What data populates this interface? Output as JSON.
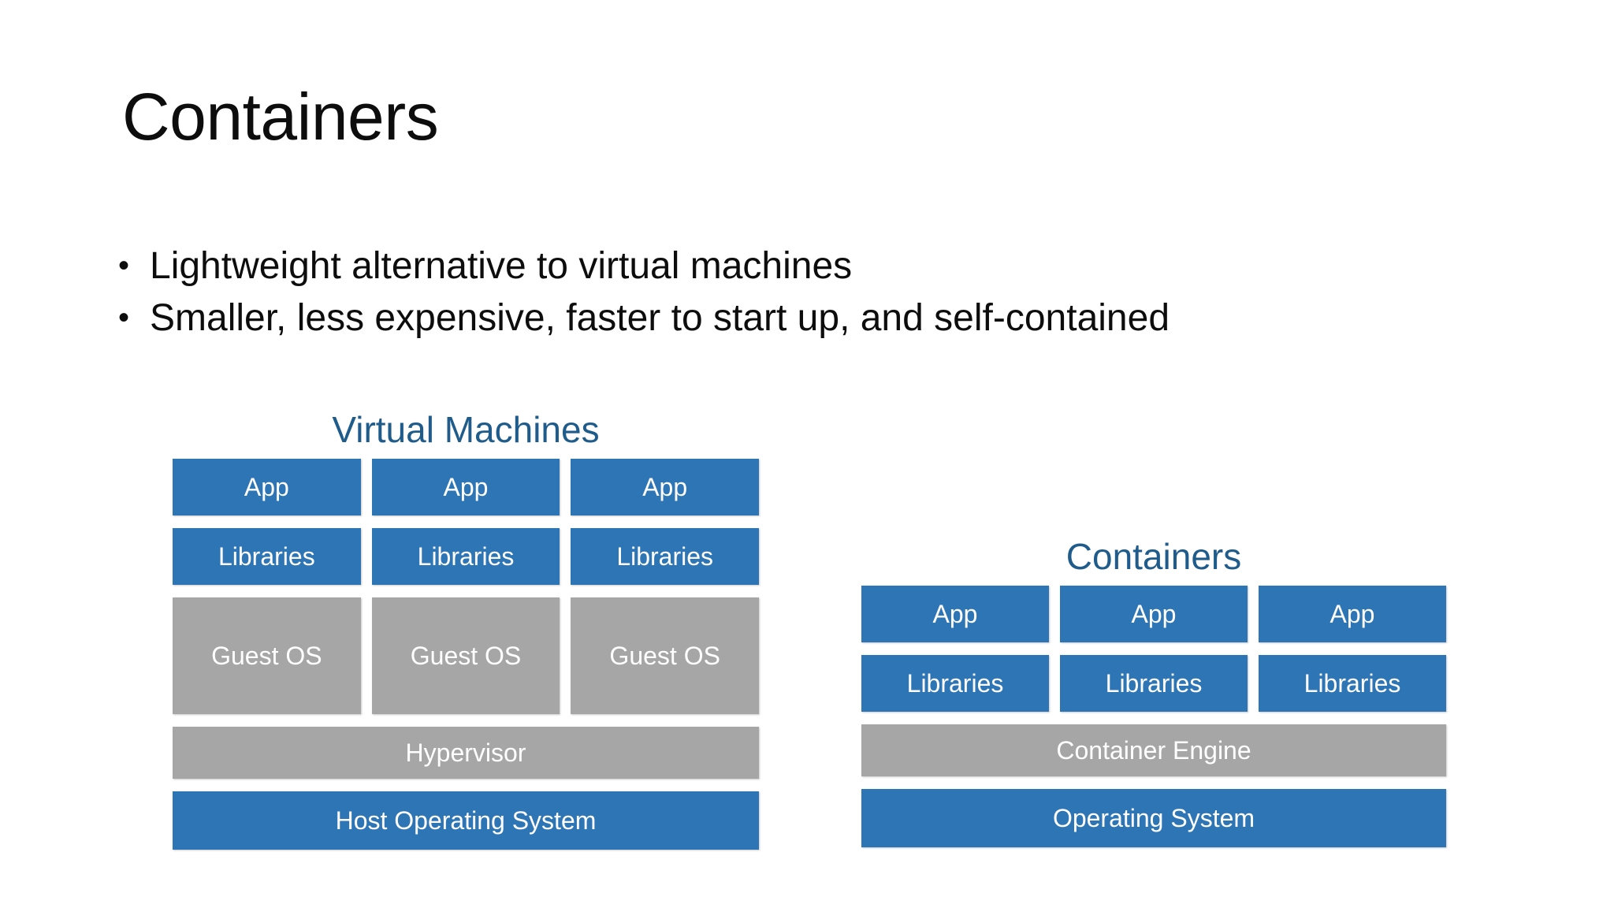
{
  "slide": {
    "title": "Containers",
    "bullet_marker": "•",
    "bullets": [
      "Lightweight alternative to virtual machines",
      "Smaller, less expensive, faster to start up, and self-contained"
    ]
  },
  "colors": {
    "blue_block": "#2E75B6",
    "gray_block": "#A6A6A6",
    "heading_blue": "#1F5C8B",
    "text_black": "#0D0D0D",
    "block_label": "#FFFFFF",
    "background": "#FFFFFF"
  },
  "diagram": {
    "vm_stack": {
      "heading": "Virtual Machines",
      "rows": [
        {
          "name": "app-row",
          "cells": [
            "App",
            "App",
            "App"
          ],
          "fill": "blue"
        },
        {
          "name": "libraries-row",
          "cells": [
            "Libraries",
            "Libraries",
            "Libraries"
          ],
          "fill": "blue"
        },
        {
          "name": "guest-os-row",
          "cells": [
            "Guest OS",
            "Guest OS",
            "Guest OS"
          ],
          "fill": "gray"
        },
        {
          "name": "hypervisor-row",
          "cells": [
            "Hypervisor"
          ],
          "fill": "gray"
        },
        {
          "name": "host-os-row",
          "cells": [
            "Host Operating System"
          ],
          "fill": "blue"
        }
      ]
    },
    "container_stack": {
      "heading": "Containers",
      "rows": [
        {
          "name": "app-row",
          "cells": [
            "App",
            "App",
            "App"
          ],
          "fill": "blue"
        },
        {
          "name": "libraries-row",
          "cells": [
            "Libraries",
            "Libraries",
            "Libraries"
          ],
          "fill": "blue"
        },
        {
          "name": "container-engine-row",
          "cells": [
            "Container Engine"
          ],
          "fill": "gray"
        },
        {
          "name": "operating-system-row",
          "cells": [
            "Operating System"
          ],
          "fill": "blue"
        }
      ]
    }
  }
}
